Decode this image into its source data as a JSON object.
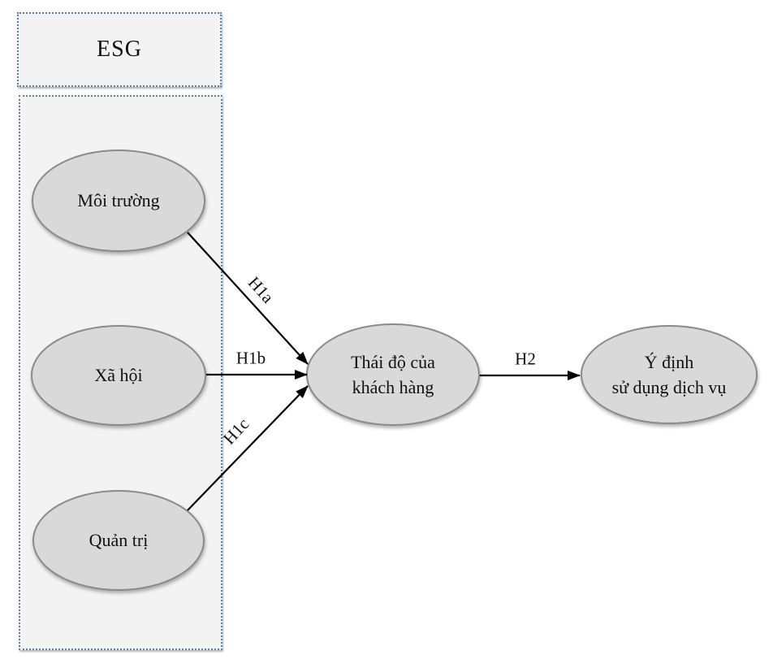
{
  "diagram": {
    "group_box": {
      "label": "ESG"
    },
    "nodes": {
      "environment": {
        "label": "Môi trường"
      },
      "social": {
        "label": "Xã hội"
      },
      "governance": {
        "label": "Quản trị"
      },
      "attitude": {
        "line1": "Thái độ của",
        "line2": "khách hàng"
      },
      "intention": {
        "line1": "Ý định",
        "line2": "sử dụng dịch vụ"
      }
    },
    "edges": {
      "h1a": {
        "label": "H1a",
        "from": "environment",
        "to": "attitude"
      },
      "h1b": {
        "label": "H1b",
        "from": "social",
        "to": "attitude"
      },
      "h1c": {
        "label": "H1c",
        "from": "governance",
        "to": "attitude"
      },
      "h2": {
        "label": "H2",
        "from": "attitude",
        "to": "intention"
      }
    },
    "colors": {
      "node_fill": "#d9d9d9",
      "node_border": "#8a8a8a",
      "box_fill": "#f3f3f3",
      "box_border": "#5f7d9c",
      "arrow": "#000000",
      "text": "#111111",
      "background": "#ffffff"
    }
  }
}
